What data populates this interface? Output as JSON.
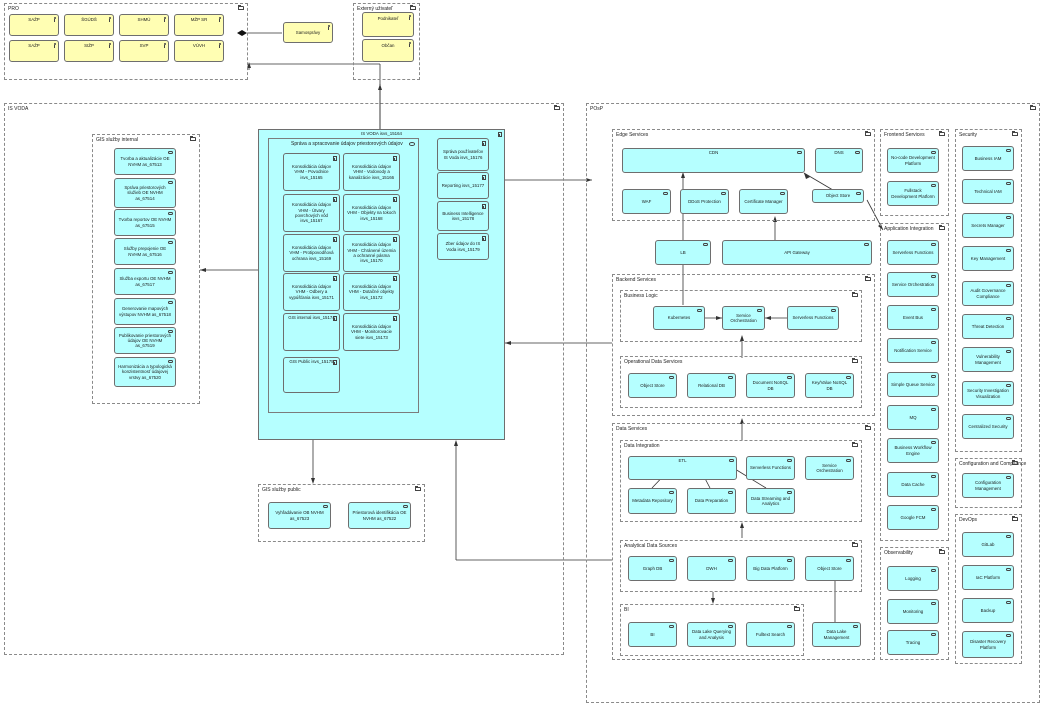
{
  "pro": {
    "title": "PRO",
    "actors_row1": [
      "SAŽP",
      "ŠGÚDŠ",
      "SHMÚ",
      "MŽP SR"
    ],
    "actors_row2": [
      "SAŽP",
      "SIŽP",
      "SVP",
      "VÚVH"
    ],
    "samospravy": "Samosprávy"
  },
  "externi": {
    "title": "Externý uživateľ",
    "items": [
      "Podnikateľ",
      "Občan"
    ]
  },
  "is_voda": {
    "title": "IS VODA",
    "main_title": "IS VODA isvs_15164",
    "sub_title": "Správa a spracovanie údajov priestorových údajov",
    "konsolidacia": [
      "Konsolidácia údajov VHM - Povodnice isvs_15165",
      "Konsolidácia údajov VHM - Vodovody a kanalizácie isvs_15166",
      "Konsolidácia údajov VHM - Útvary povrchových vôd isvs_15167",
      "Konsolidácia údajov VHM - Objekty na tokoch isvs_15168",
      "Konsolidácia údajov VHM - Protipovodňová ochrana isvs_15169",
      "Konsolidácia údajov VHM - Chránené územia a ochranné pásma isvs_15170",
      "Konsolidácia údajov VHM - Odbery a vypúšťania isvs_15171",
      "Konsolidácia údajov VHM - Dotačné objekty isvs_15172",
      "GIS internal isvs_15174",
      "Konsolidácia údajov VHM - Monitorovacie siete isvs_15173"
    ],
    "gis_public": "GIS Public isvs_15175",
    "right_items": [
      "Správa používateľov IS Voda isvs_15176",
      "Reporting isvs_15177",
      "Business Intelligence isvs_15178",
      "Zber údajov do IS Voda isvs_15179"
    ]
  },
  "gis_internal": {
    "title": "GIS služby internal",
    "items": [
      "Tvorba a aktualizácie OE NVHM as_67513",
      "Správa priestorových služieb OE NVHM as_67514",
      "Tvorba reportov OE NVHM as_67515",
      "Služby prepojenie OE NVHM as_67516",
      "Služba exportu OE NVHM as_67517",
      "Generovanie mapových výstupov NVHM as_67518",
      "Publikovanie priestorových údajov OE NVHM as_67519",
      "Harmonizácia a typologická konzistentnosť údajovej vrstvy as_67520"
    ]
  },
  "gis_public_group": {
    "title": "GIS služby public",
    "items": [
      "Vyhľadávanie OB NVHM as_67523",
      "Priestorová identifikácia OE NVHM as_67522"
    ]
  },
  "posp": {
    "title": "POsP",
    "edge": {
      "title": "Edge Services",
      "cdn": "CDN",
      "dns": "DNS",
      "waf": "WAF",
      "ddos": "DDoS Protection",
      "cert": "Certificate Manager",
      "objstore": "Object Store"
    },
    "lb": "LB",
    "api": "API Gateway",
    "backend": {
      "title": "Backend Services",
      "logic_title": "Business Logic",
      "k8s": "Kubernetes",
      "orch": "Service Orchestration",
      "serverless": "Serverless Functions"
    },
    "opdata": {
      "title": "Operational Data Services",
      "items": [
        "Object Store",
        "Relational DB",
        "Document NoSQL DB",
        "Key/Value NoSQL DB"
      ]
    },
    "data": {
      "title": "Data Services",
      "integ_title": "Data Integration",
      "etl": "ETL",
      "sf": "Serverless Functions",
      "so": "Service Orchestration",
      "meta": "Metadata Repository",
      "prep": "Data Preparation",
      "stream": "Data Streaming and Analytics"
    },
    "analytical": {
      "title": "Analytical Data Sources",
      "items": [
        "Graph DB",
        "DWH",
        "Big Data Platform",
        "Object Store"
      ]
    },
    "bi": {
      "title": "BI",
      "items": [
        "BI",
        "Data Lake Querying and Analysis",
        "Fulltext Search"
      ],
      "dlm": "Data Lake Management"
    },
    "frontend": {
      "title": "Frontend Services",
      "items": [
        "No-code Development Platform",
        "Fullstack Development Platform"
      ]
    },
    "appint": {
      "title": "Application Integration",
      "items": [
        "Serverless Functions",
        "Service Orchestration",
        "Event Bus",
        "Notification Service",
        "Simple Queue Service",
        "MQ",
        "Business Workflow Engine",
        "Data Cache",
        "Google FCM"
      ]
    },
    "observ": {
      "title": "Observability",
      "items": [
        "Logging",
        "Monitoring",
        "Tracing"
      ]
    },
    "security": {
      "title": "Security",
      "items": [
        "Business IAM",
        "Technical IAM",
        "Secrets Manager",
        "Key Management",
        "Audit Governance Compliance",
        "Threat Detection",
        "Vulnerability Management",
        "Security Investigation Visualization",
        "Centralized Security"
      ]
    },
    "config": {
      "title": "Configuration and Compliance",
      "items": [
        "Configuration Management"
      ]
    },
    "devops": {
      "title": "DevOps",
      "items": [
        "GitLab",
        "IaC Platform",
        "Backup",
        "Disaster Recovery Platform"
      ]
    }
  }
}
